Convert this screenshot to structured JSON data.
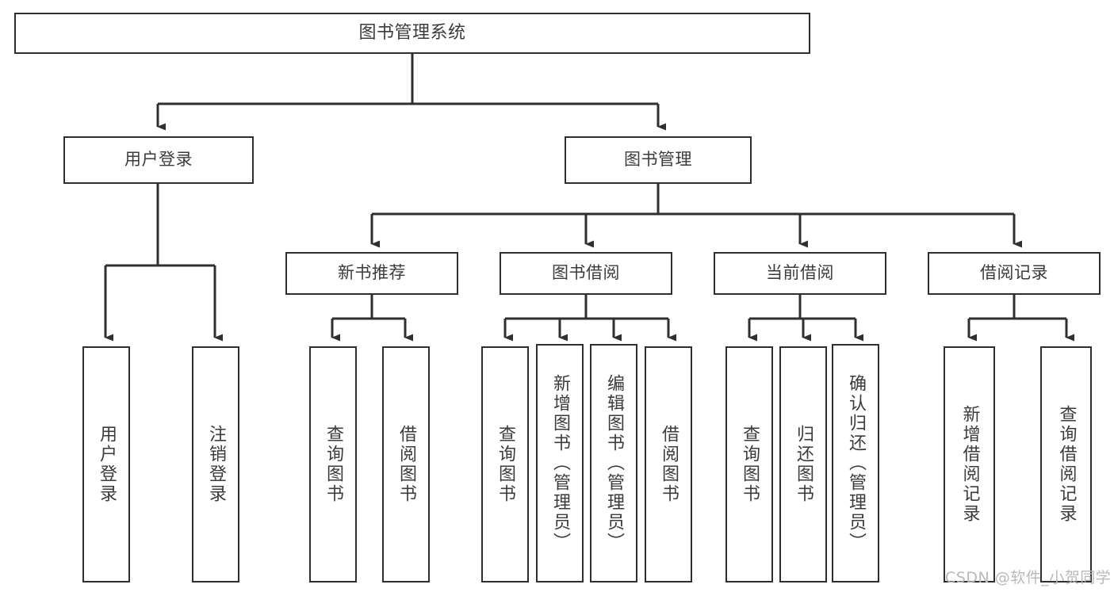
{
  "diagram": {
    "title": "图书管理系统",
    "type": "tree-hierarchy-diagram",
    "colors": {
      "border": "#2f2f2f",
      "text": "#3b3b3b",
      "background": "#ffffff",
      "connector": "#2f2f2f",
      "watermark": "#b9b9b9"
    },
    "root": {
      "label": "图书管理系统"
    },
    "level2": [
      {
        "label": "用户登录"
      },
      {
        "label": "图书管理"
      }
    ],
    "level3": [
      {
        "label": "新书推荐"
      },
      {
        "label": "图书借阅"
      },
      {
        "label": "当前借阅"
      },
      {
        "label": "借阅记录"
      }
    ],
    "leaves": {
      "user_login": [
        {
          "label": "用户登录"
        },
        {
          "label": "注销登录"
        }
      ],
      "new_book_recommend": [
        {
          "label": "查询图书"
        },
        {
          "label": "借阅图书"
        }
      ],
      "book_borrow": [
        {
          "label": "查询图书"
        },
        {
          "label": "新增图书（管理员）"
        },
        {
          "label": "编辑图书（管理员）"
        },
        {
          "label": "借阅图书"
        }
      ],
      "current_borrow": [
        {
          "label": "查询图书"
        },
        {
          "label": "归还图书"
        },
        {
          "label": "确认归还（管理员）"
        }
      ],
      "borrow_records": [
        {
          "label": "新增借阅记录"
        },
        {
          "label": "查询借阅记录"
        }
      ]
    },
    "watermark": "CSDN @软件_小贺同学"
  }
}
